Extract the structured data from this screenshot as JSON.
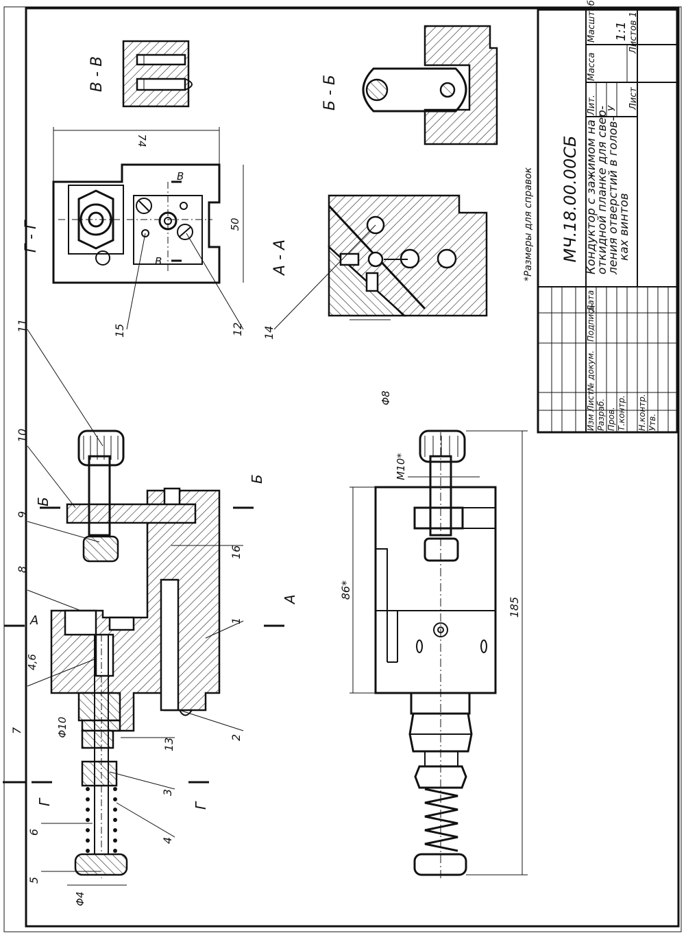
{
  "sheet": {
    "designation": "МЧ.18.00.00СБ",
    "title_lines": [
      "Кондуктор с зажимом на",
      "откидной планке для свер-",
      "ления отверстий в голов-",
      "ках винтов"
    ],
    "scale": "1:1",
    "sheet_label": "Листов 1",
    "sheet_num_label": "Лист",
    "lit_label": "Лит.",
    "mass_label": "Масса",
    "scale_label": "Масштаб",
    "lit_value": "У",
    "note": "*Размеры для справок",
    "stamp_headers": [
      "Изм",
      "Лист",
      "№ докум.",
      "Подпись",
      "Дата"
    ],
    "stamp_roles": [
      "Разраб.",
      "Пров.",
      "Т.контр.",
      "",
      "Н.контр.",
      "Утв."
    ]
  },
  "views": {
    "section_gg": "Г - Г",
    "section_vv": "В - В",
    "section_aa": "А - А",
    "section_bb": "Б - Б"
  },
  "dimensions": {
    "d74": "74",
    "d50": "50",
    "d86": "86*",
    "d185": "185",
    "m10": "M10*",
    "phi8": "Φ8",
    "phi10": "Φ10",
    "phi4": "Φ4",
    "d46": "4,6"
  },
  "cut_marks": {
    "g": "Г",
    "b": "Б",
    "a": "А",
    "v": "В"
  },
  "positions": [
    "1",
    "2",
    "3",
    "4",
    "5",
    "6",
    "7",
    "8",
    "9",
    "10",
    "11",
    "12",
    "13",
    "14",
    "15",
    "16"
  ]
}
